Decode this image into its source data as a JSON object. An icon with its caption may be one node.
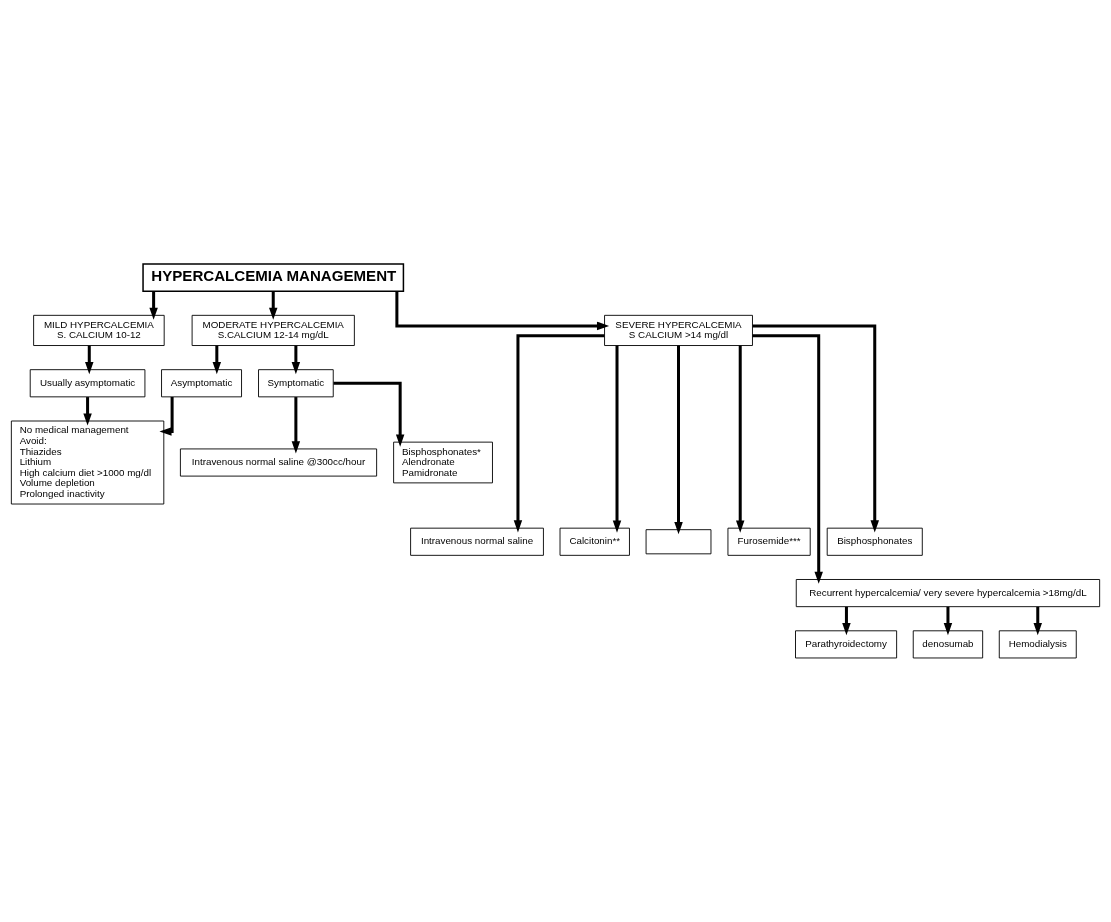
{
  "diagram": {
    "nodes": [
      {
        "text": [
          "HYPERCALCEMIA MANAGEMENT"
        ]
      },
      {
        "text": [
          "MILD HYPERCALCEMIA",
          "S. CALCIUM 10-12"
        ]
      },
      {
        "text": [
          "MODERATE HYPERCALCEMIA",
          "S.CALCIUM 12-14 mg/dL"
        ]
      },
      {
        "text": [
          "SEVERE HYPERCALCEMIA",
          "S CALCIUM >14 mg/dl"
        ]
      },
      {
        "text": [
          "Usually asymptomatic"
        ]
      },
      {
        "text": [
          "No medical management",
          "Avoid:",
          "Thiazides",
          "Lithium",
          "High calcium diet >1000 mg/dl",
          "Volume depletion",
          "Prolonged inactivity"
        ]
      },
      {
        "text": [
          "Asymptomatic"
        ]
      },
      {
        "text": [
          "Symptomatic"
        ]
      },
      {
        "text": [
          "Intravenous normal saline @300cc/hour"
        ]
      },
      {
        "text": [
          "Bisphosphonates*",
          "Alendronate",
          "Pamidronate"
        ]
      },
      {
        "text": [
          "Intravenous normal saline"
        ]
      },
      {
        "text": [
          "Calcitonin**"
        ]
      },
      {
        "text": [],
        "shape": "box"
      },
      {
        "text": [
          "Furosemide***"
        ]
      },
      {
        "text": [
          "Bisphosphonates"
        ]
      },
      {
        "text": [
          "Recurrent hypercalcemia/ very severe hypercalcemia >18mg/dL"
        ]
      },
      {
        "text": [
          "Parathyroidectomy"
        ]
      },
      {
        "text": [
          "denosumab"
        ]
      },
      {
        "text": [
          "Hemodialysis"
        ]
      }
    ],
    "edges": [
      {
        "from": 0,
        "to": 1,
        "arrow": "to"
      },
      {
        "from": 0,
        "to": 2,
        "arrow": "to"
      },
      {
        "from": 0,
        "to": 3,
        "arrow": "to"
      },
      {
        "from": 1,
        "to": 4,
        "arrow": "to"
      },
      {
        "from": 4,
        "to": 5,
        "arrow": "to"
      },
      {
        "from": 2,
        "to": 6,
        "arrow": "to"
      },
      {
        "from": 2,
        "to": 7,
        "arrow": "to"
      },
      {
        "from": 6,
        "to": 5,
        "arrow": "to"
      },
      {
        "from": 7,
        "to": 8,
        "arrow": "to"
      },
      {
        "from": 7,
        "to": 9,
        "arrow": "to"
      },
      {
        "from": 3,
        "to": 10,
        "arrow": "to"
      },
      {
        "from": 3,
        "to": 11,
        "arrow": "to"
      },
      {
        "from": 3,
        "to": 12,
        "arrow": "to"
      },
      {
        "from": 3,
        "to": 13,
        "arrow": "to"
      },
      {
        "from": 3,
        "to": 14,
        "arrow": "to"
      },
      {
        "from": 3,
        "to": 15,
        "arrow": "to"
      },
      {
        "from": 15,
        "to": 16,
        "arrow": "to"
      },
      {
        "from": 15,
        "to": 17,
        "arrow": "to"
      },
      {
        "from": 15,
        "to": 18,
        "arrow": "to"
      }
    ]
  }
}
